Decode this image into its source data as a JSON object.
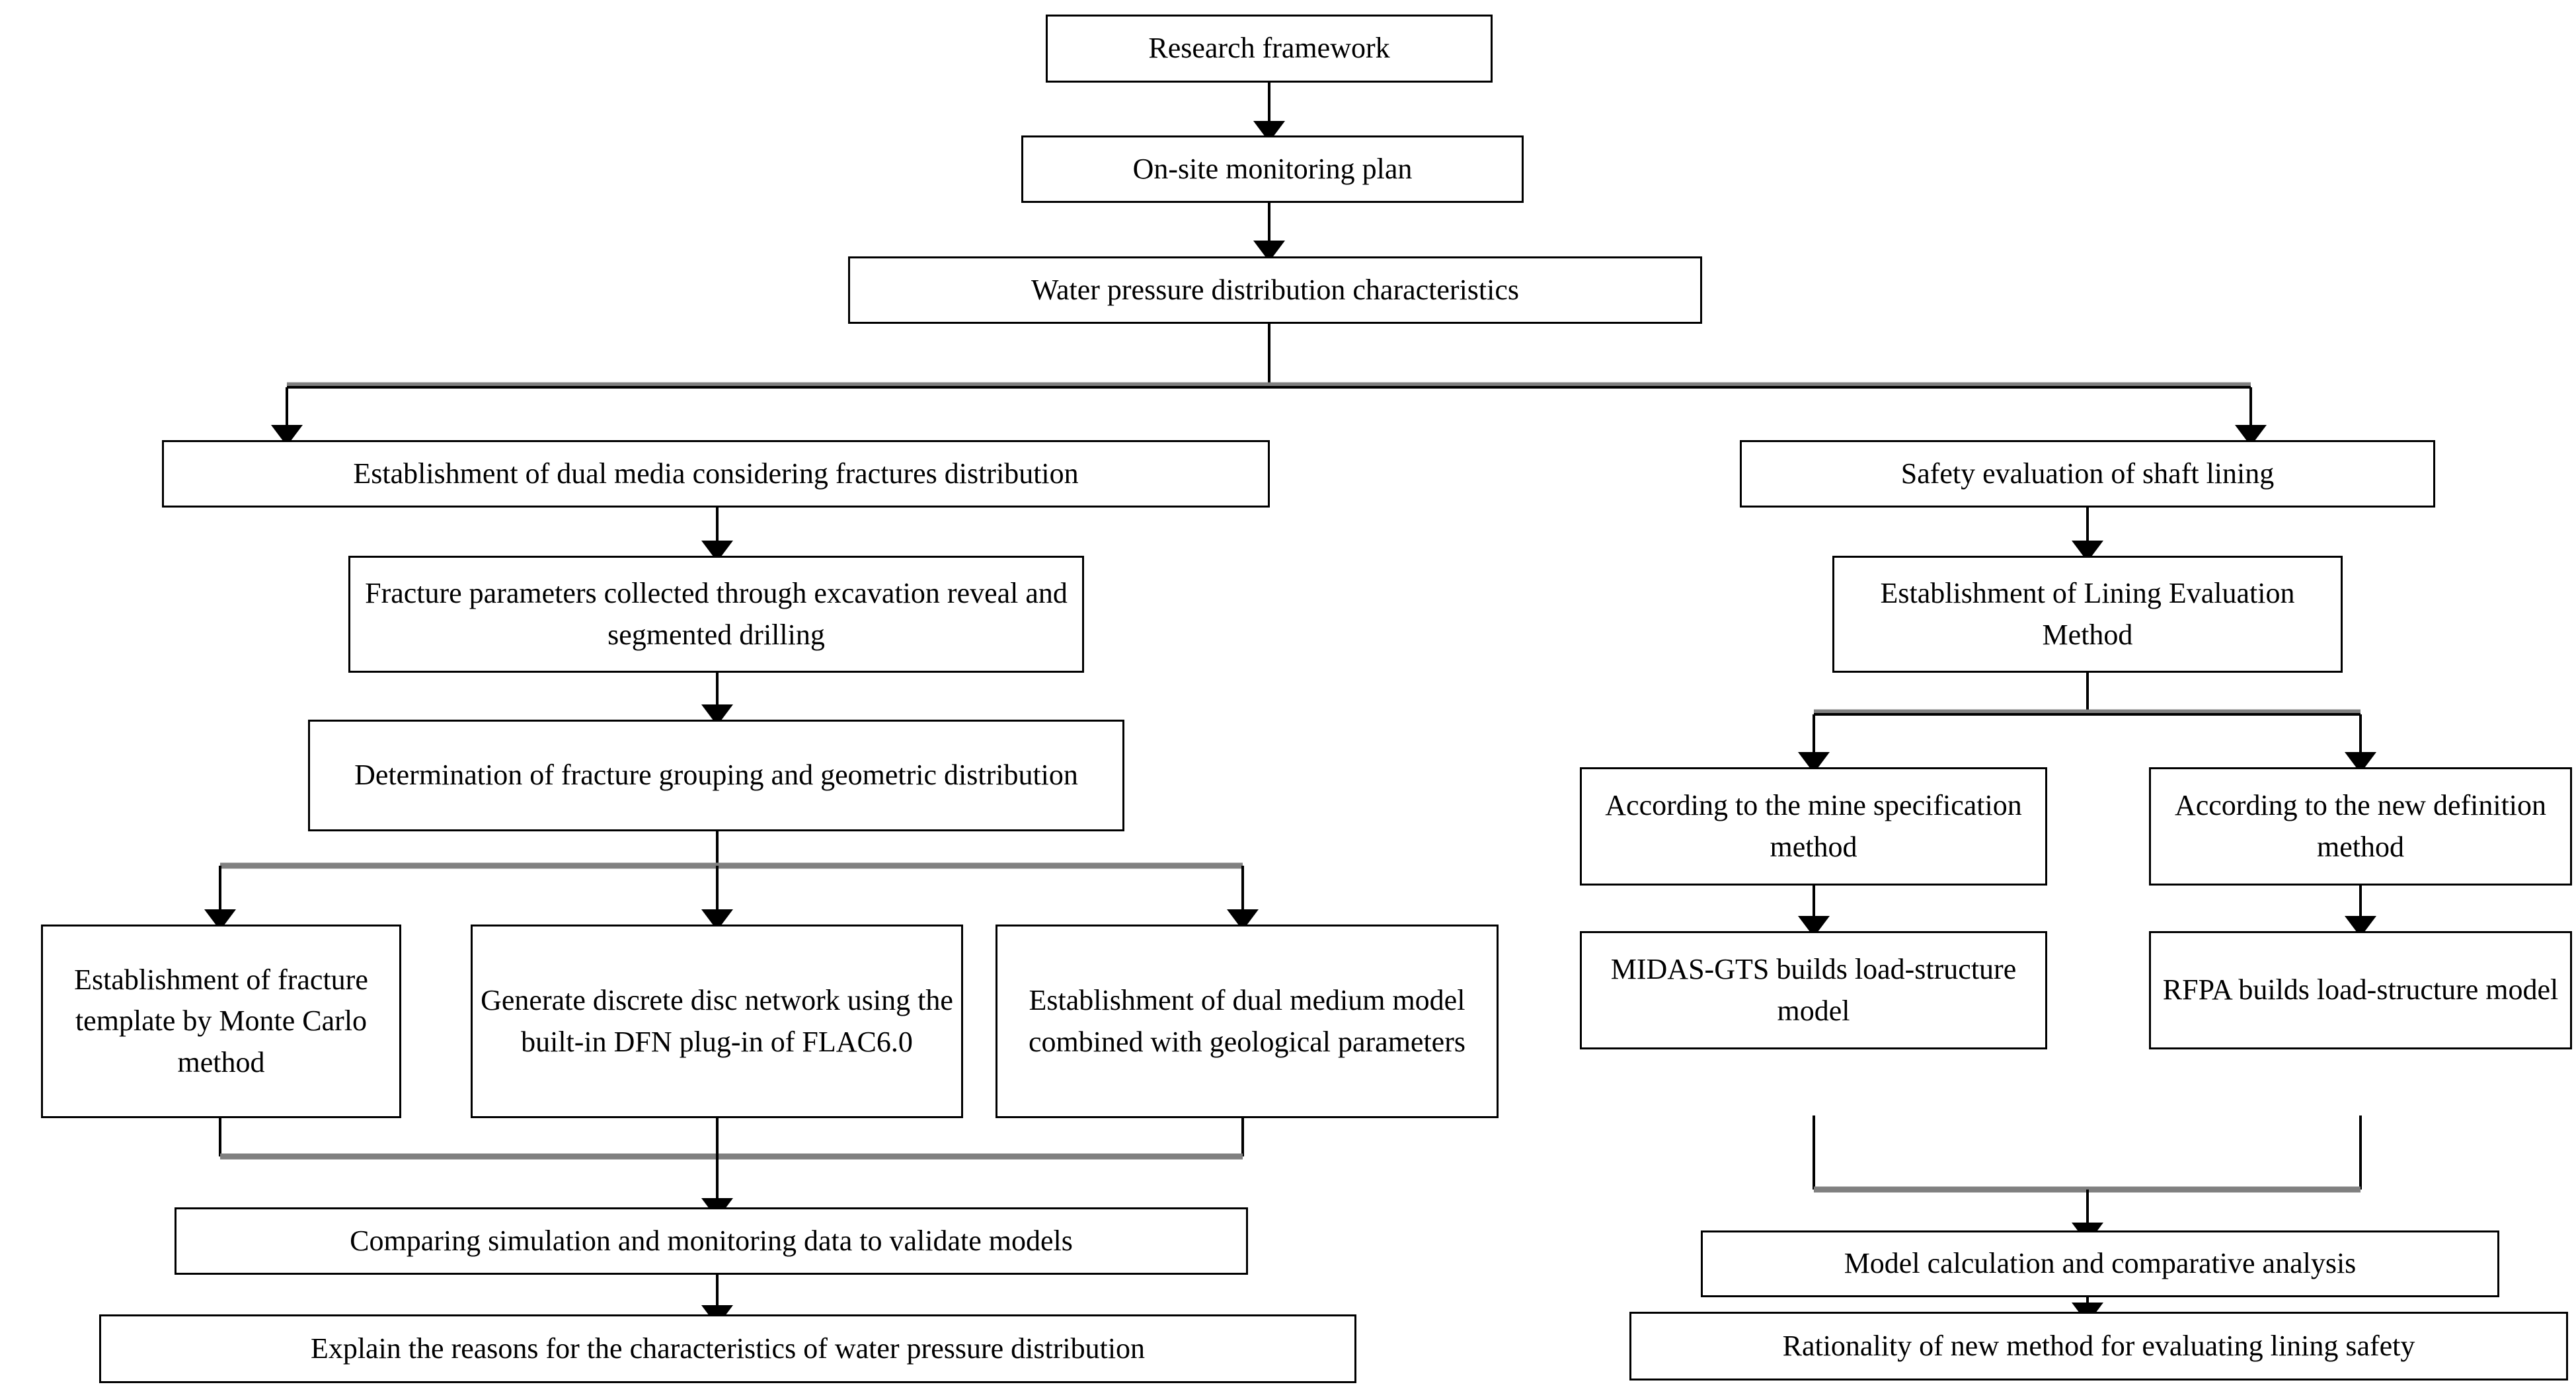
{
  "diagram": {
    "title": "Research framework",
    "line_color": "#000000",
    "bar_color": "#808080",
    "box_border_color": "#000000",
    "background": "#ffffff"
  },
  "nodes": {
    "research_framework": "Research framework",
    "onsite_monitoring_plan": "On-site monitoring plan",
    "water_pressure_distribution": "Water pressure distribution characteristics",
    "dual_media_establishment": "Establishment of dual media considering fractures distribution",
    "fracture_parameters": "Fracture parameters collected through excavation reveal and segmented drilling",
    "fracture_grouping": "Determination of fracture grouping and geometric distribution",
    "fracture_template_monte_carlo": "Establishment of fracture template by Monte Carlo method",
    "discrete_disc_network": "Generate discrete disc network using the built-in DFN plug-in of FLAC6.0",
    "dual_medium_model": "Establishment of dual medium model combined with geological parameters",
    "compare_simulation": "Comparing simulation and monitoring data to validate models",
    "explain_reasons": "Explain the reasons for the characteristics of water pressure distribution",
    "safety_evaluation": "Safety evaluation of shaft lining",
    "lining_evaluation_method": "Establishment of Lining Evaluation Method",
    "mine_specification_method": "According to the mine specification method",
    "new_definition_method": "According to the new definition method",
    "midas_gts": "MIDAS-GTS builds load-structure model",
    "rfpa": "RFPA builds load-structure model",
    "model_calculation": "Model calculation and comparative analysis",
    "rationality": "Rationality of new method for evaluating lining safety"
  }
}
